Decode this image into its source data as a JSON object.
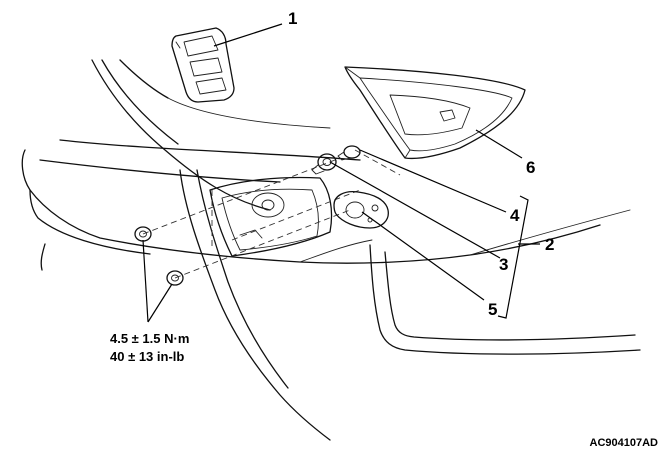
{
  "callouts": {
    "c1": "1",
    "c2": "2",
    "c3": "3",
    "c4": "4",
    "c5": "5",
    "c6": "6"
  },
  "torque": {
    "metric": "4.5 ± 1.5 N·m",
    "imperial": "40 ± 13 in-lb"
  },
  "figure_id": "AC904107AD"
}
